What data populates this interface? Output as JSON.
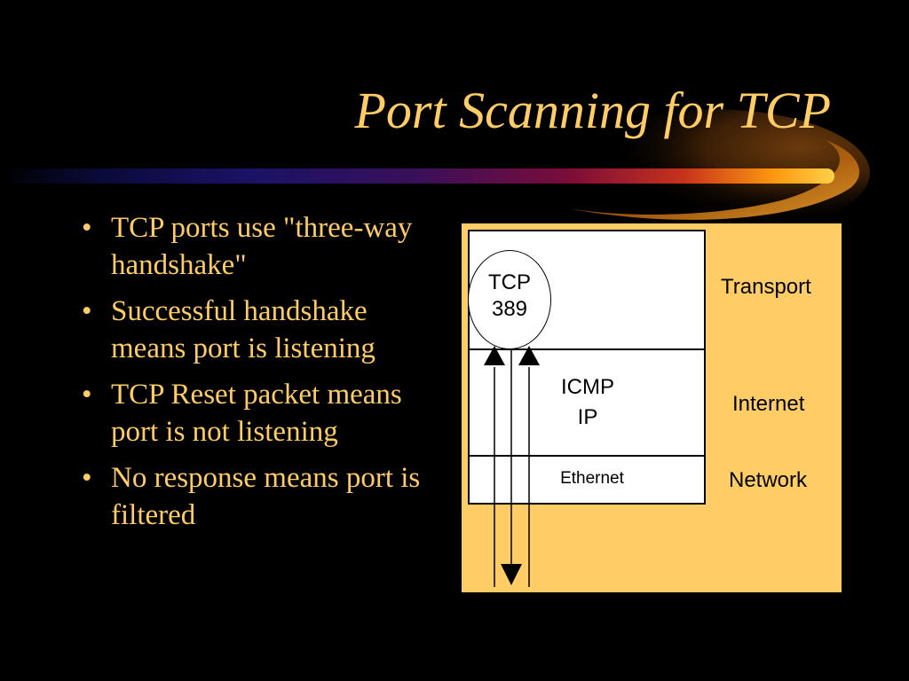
{
  "slide": {
    "title": "Port Scanning for TCP",
    "bullets": [
      "TCP ports use \"three-way handshake\"",
      "Successful handshake means port is listening",
      "TCP Reset packet means port is not listening",
      "No response means port is filtered"
    ],
    "bullet_glyph": "•"
  },
  "diagram": {
    "tcp_label_line1": "TCP",
    "tcp_label_line2": "389",
    "icmp_label_line1": "ICMP",
    "icmp_label_line2": "IP",
    "ethernet_label": "Ethernet",
    "layer_labels": {
      "transport": "Transport",
      "internet": "Internet",
      "network": "Network"
    }
  },
  "colors": {
    "background": "#000000",
    "text_accent": "#FFCC66",
    "diagram_background": "#FFCC66",
    "layer_box": "#FFFFFF"
  }
}
